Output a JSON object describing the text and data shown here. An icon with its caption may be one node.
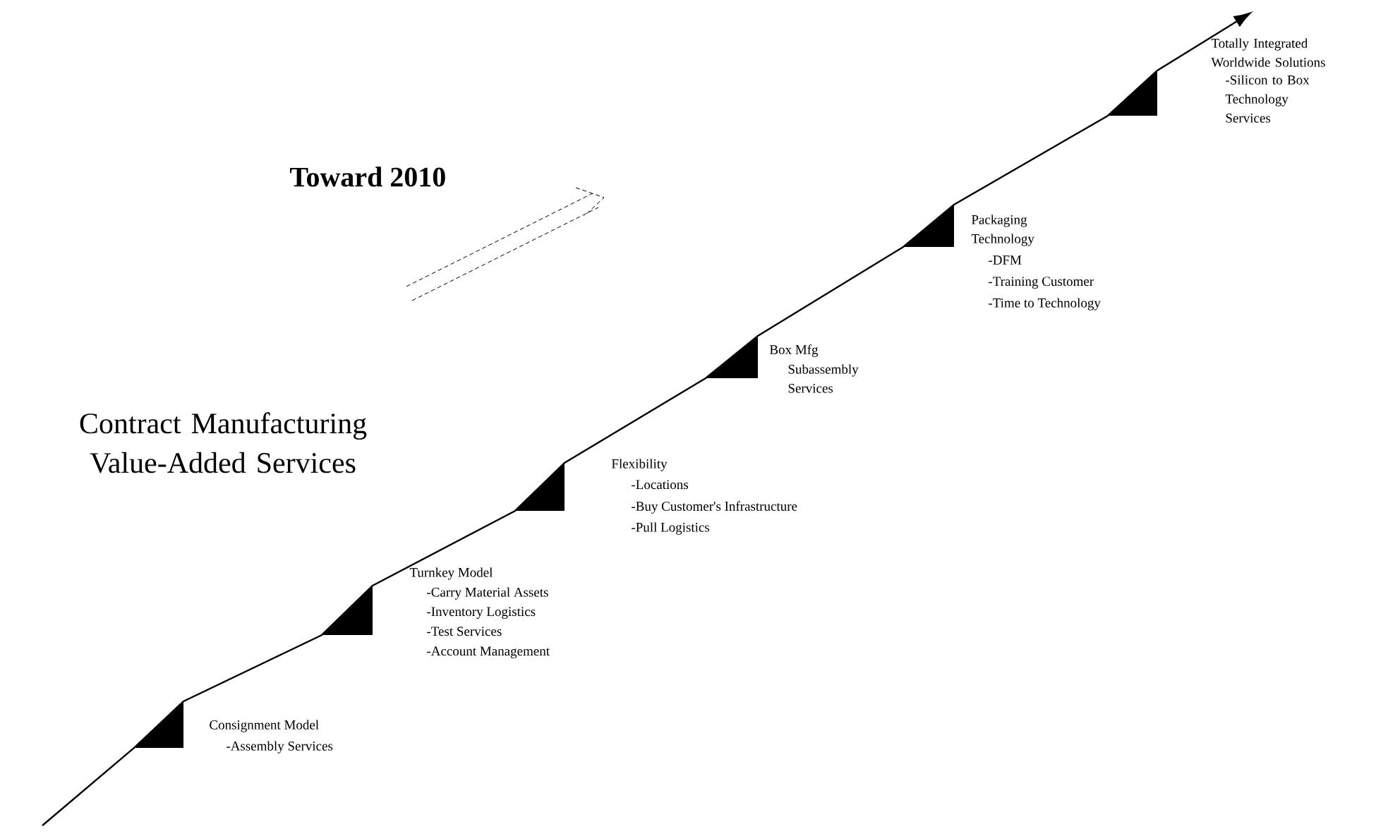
{
  "diagram": {
    "title": "Contract Manufacturing Value-Added Services",
    "labels": [
      "Toward 2010",
      "Totally Integrated Worldwide Solutions",
      "-Silicon to Box Technology Services",
      "Packaging Technology",
      "-DFM",
      "-Training Customer",
      "-Time to Technology",
      "Box Mfg",
      "Subassembly Services",
      "Flexibility",
      "-Locations",
      "-Buy Customer's Infrastructure",
      "-Pull Logistics",
      "Turnkey Model",
      "-Carry Material Assets",
      "-Inventory Logistics",
      "-Test Services",
      "-Account Management",
      "Consignment Model",
      "-Assembly Services"
    ]
  }
}
